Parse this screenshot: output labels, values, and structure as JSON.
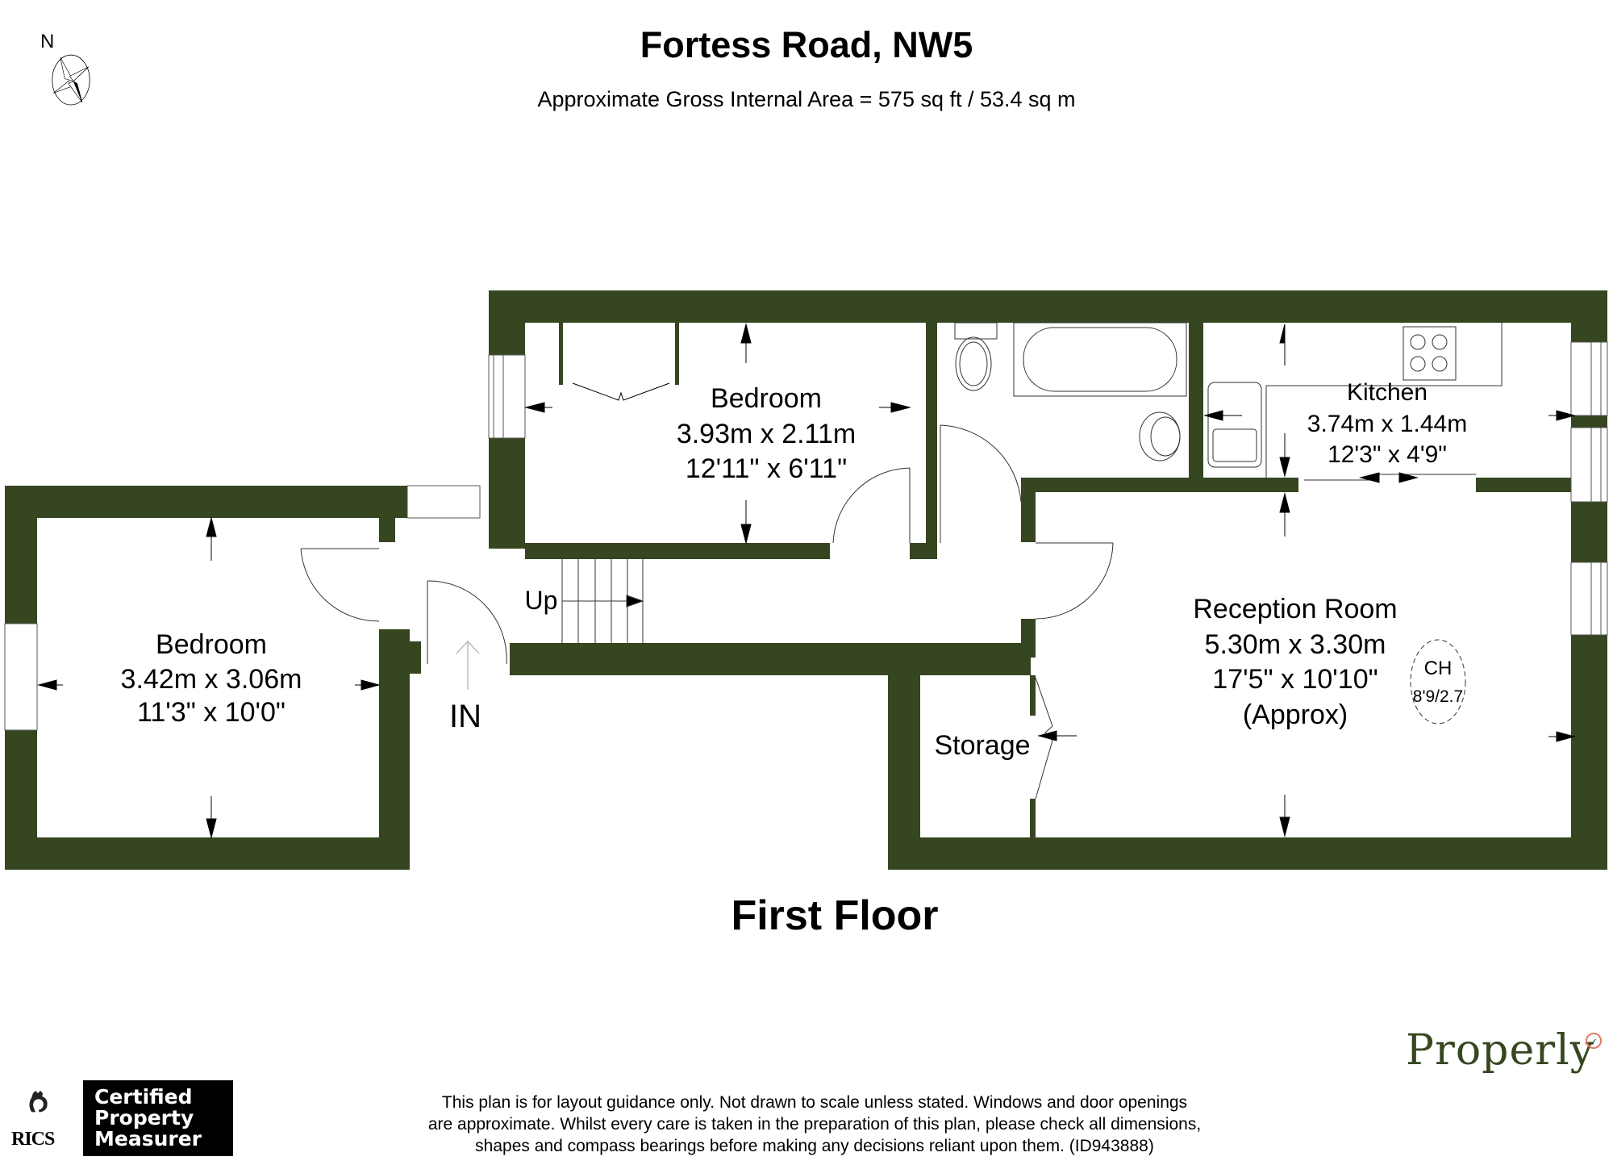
{
  "header": {
    "title": "Fortess Road, NW5",
    "subtitle": "Approximate Gross Internal Area = 575 sq ft / 53.4 sq m"
  },
  "compass": {
    "north_label": "N",
    "icon": "compass-rose-icon"
  },
  "plan": {
    "wall_color": "#354620",
    "floor_label": "First Floor",
    "rooms": [
      {
        "name": "Bedroom",
        "metric": "3.42m x 3.06m",
        "imperial": "11'3\" x 10'0\""
      },
      {
        "name": "Bedroom",
        "metric": "3.93m x 2.11m",
        "imperial": "12'11\" x 6'11\""
      },
      {
        "name": "Kitchen",
        "metric": "3.74m x 1.44m",
        "imperial": "12'3\" x 4'9\""
      },
      {
        "name": "Reception Room",
        "metric": "5.30m x 3.30m",
        "imperial": "17'5\" x 10'10\"",
        "note": "(Approx)"
      },
      {
        "name": "Storage"
      }
    ],
    "ceiling_height": {
      "label": "CH",
      "value": "8'9/2.7"
    },
    "stairs_label": "Up",
    "entrance_label": "IN"
  },
  "footer": {
    "disclaimer": [
      "This plan is for layout guidance only. Not drawn to scale unless stated. Windows and door openings",
      "are approximate. Whilst every care is taken in the preparation of this plan, please check all dimensions,",
      "shapes and compass bearings before making any decisions reliant upon them. (ID943888)"
    ],
    "rics_label": "RICS",
    "certified_lines": [
      "Certified",
      "Property",
      "Measurer"
    ],
    "brand": "Properly",
    "brand_accent_color": "#e07a6a"
  }
}
